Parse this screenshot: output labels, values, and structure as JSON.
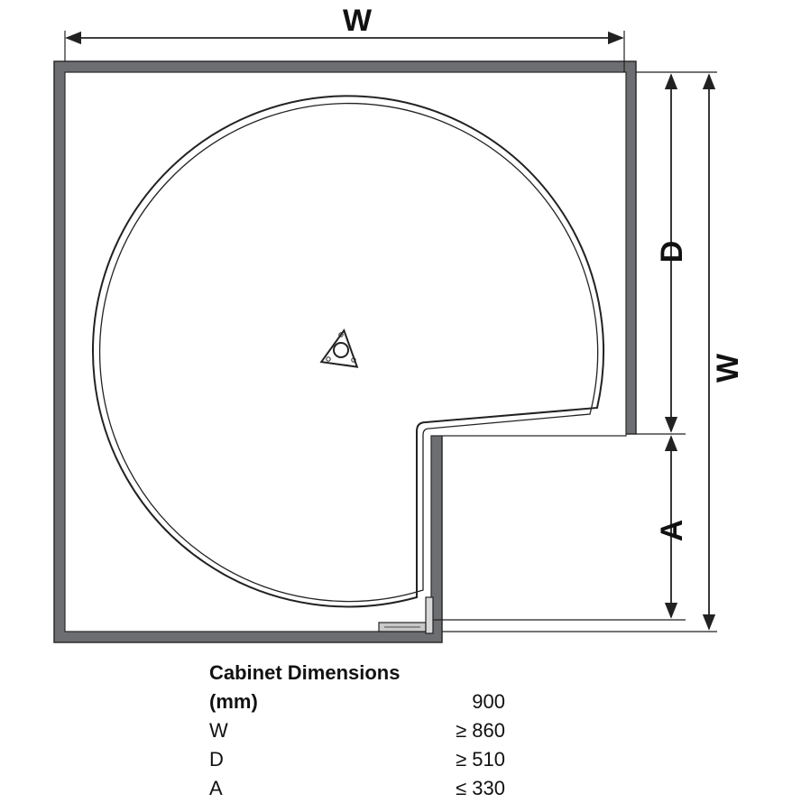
{
  "diagram": {
    "labels": {
      "width_top": "W",
      "depth": "D",
      "width_right": "W",
      "a": "A"
    },
    "colors": {
      "panel": "#6d6e71",
      "line": "#222222",
      "background": "#ffffff"
    },
    "icons": [
      "rotation-hub-icon",
      "hinge-icon"
    ]
  },
  "spec": {
    "title": "Cabinet Dimensions",
    "unit_label": "(mm)",
    "unit_value": "900",
    "rows": [
      {
        "key": "W",
        "value": "≥ 860"
      },
      {
        "key": "D",
        "value": "≥ 510"
      },
      {
        "key": "A",
        "value": "≤ 330"
      }
    ]
  }
}
